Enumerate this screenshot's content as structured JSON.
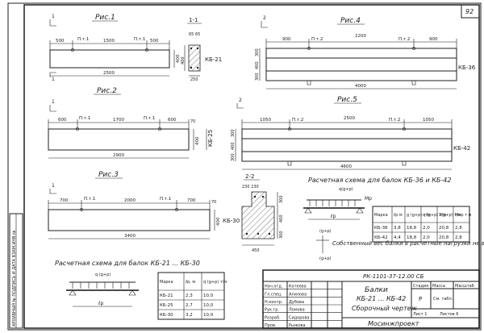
{
  "sheet": {
    "number": "92",
    "side_note": "АРХИВНЫЙ № ПОДПИСЬ И ДАТА ВЗАМ.ИНВ.№"
  },
  "fig1": {
    "label": "Рис.1",
    "mark_left": "П.т.1",
    "mark_right": "П.т.1",
    "dim_a": "500",
    "dim_b": "1500",
    "dim_c": "500",
    "dim_total": "2500",
    "dim_height": "400",
    "section_mark": "1",
    "section_label": "1-1",
    "sec_dims_top": "65 65",
    "sec_dim_bottom": "250",
    "sec_height": "400",
    "beam_name": "КБ-21"
  },
  "fig2": {
    "label": "Рис.2",
    "mark_left": "П.т.1",
    "mark_right": "П.т.1",
    "dim_a": "600",
    "dim_b": "1700",
    "dim_c": "600",
    "dim_total": "2900",
    "dim_height": "400",
    "dim_cap": "70",
    "section_mark": "1",
    "beam_name": "КБ-25"
  },
  "fig3": {
    "label": "Рис.3",
    "mark_left": "П.т.1",
    "mark_right": "П.т.1",
    "dim_a": "700",
    "dim_b": "2000",
    "dim_c": "700",
    "dim_total": "3400",
    "dim_height": "400",
    "dim_cap": "70",
    "section_mark": "1",
    "beam_name": "КБ-30"
  },
  "fig4": {
    "label": "Рис.4",
    "mark_left": "П.т.2",
    "mark_right": "П.т.2",
    "dim_a": "900",
    "dim_b": "2200",
    "dim_c": "900",
    "dim_total": "4000",
    "dim_h1": "300",
    "dim_h2": "400",
    "dim_h3": "300",
    "section_mark": "2",
    "beam_name": "КБ-36"
  },
  "fig5": {
    "label": "Рис.5",
    "mark_left": "П.т.2",
    "mark_right": "П.т.2",
    "dim_a": "1050",
    "dim_b": "2500",
    "dim_c": "1050",
    "dim_total": "4600",
    "dim_h1": "300",
    "dim_h2": "400",
    "dim_h3": "300",
    "section_mark": "2",
    "beam_name": "КБ-42"
  },
  "section2": {
    "label": "2-2",
    "dims_top": "230 230",
    "dim_bottom": "450",
    "dim_h1": "300",
    "dim_h2": "400",
    "dim_h3": "300"
  },
  "scheme_big": {
    "title": "Расчетная схема для балок КБ-36 и КБ-42",
    "load": "q(g+p)",
    "span": "ℓp",
    "moment": "Mp",
    "load_left": "(g+p)",
    "load_bottom": "(g+p)",
    "note": "Собственный вес балки в расчетные нагрузки не включен"
  },
  "table_big": {
    "headers": [
      "Марка",
      "ℓp м",
      "g (g+p) т/м",
      "q (g+p) т/м",
      "Σ(g+p) т/м",
      "Mкр т·м"
    ],
    "rows": [
      [
        "КБ-36",
        "3,8",
        "18,8",
        "2,0",
        "20,8",
        "2,8"
      ],
      [
        "КБ-42",
        "4,4",
        "18,8",
        "2,0",
        "20,8",
        "2,8"
      ]
    ]
  },
  "scheme_small": {
    "title": "Расчетная схема для балок КБ-21 ... КБ-30",
    "load": "q (g+p)",
    "span": "ℓp"
  },
  "table_small": {
    "headers": [
      "Марка",
      "ℓp, м",
      "q (g+p) т/м"
    ],
    "rows": [
      [
        "КБ-21",
        "2,3",
        "10,0"
      ],
      [
        "КБ-25",
        "2,7",
        "10,0"
      ],
      [
        "КБ-30",
        "3,2",
        "10,0"
      ]
    ]
  },
  "title_block": {
    "code": "РК-1101-37-12.00 СБ",
    "title_line1": "Балки",
    "title_line2": "КБ-21 ... КБ-42",
    "title_line3": "Сборочный чертеж",
    "stage_label": "Стадия",
    "stage": "Р",
    "mass_label": "Масса",
    "mass": "См. табл.",
    "scale_label": "Масштаб",
    "sheet_label": "Лист 1",
    "sheets_label": "Листов 6",
    "org": "Мосинжпроект",
    "roles": [
      "Нач.отд.",
      "Гл.спец.",
      "Н.контр.",
      "Рук.гр.",
      "Разраб.",
      "Пров."
    ],
    "names": [
      "Котеева",
      "Алилова",
      "Дубова",
      "Ломова",
      "Сидорова",
      "Рыжова"
    ]
  }
}
